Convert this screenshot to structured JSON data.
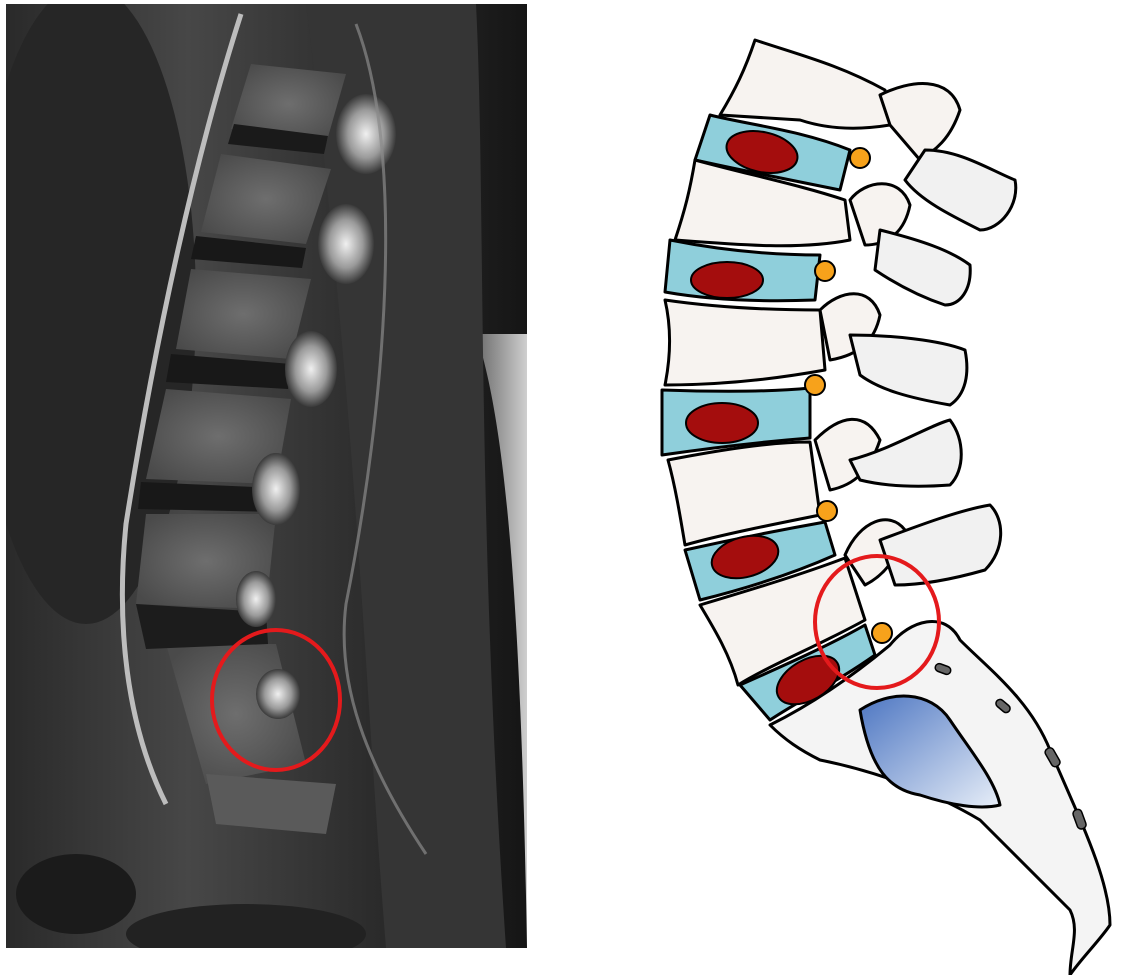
{
  "image": {
    "left_panel": {
      "type": "sagittal-mri-lumbar-spine",
      "highlight": {
        "shape": "circle",
        "color": "#e41a1c"
      }
    },
    "right_panel": {
      "type": "lumbar-spine-illustration",
      "vertebra_count": 5,
      "disc_count": 5,
      "facet_marker_count": 5,
      "highlight": {
        "shape": "circle",
        "color": "#e41a1c"
      }
    },
    "colors": {
      "bone": "#f7f3f0",
      "disc_annulus": "#8fcfdb",
      "disc_nucleus": "#a40d0d",
      "facet_marker": "#f7a21b",
      "sacral_canal": "#5b82c6",
      "highlight": "#e41a1c"
    }
  }
}
